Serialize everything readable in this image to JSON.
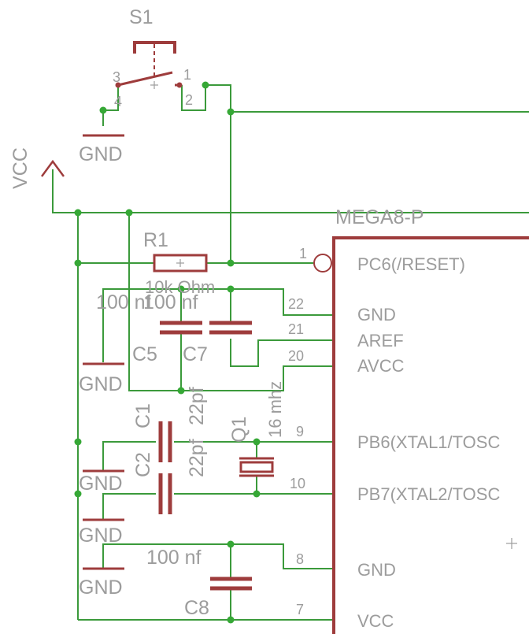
{
  "switch": {
    "name": "S1",
    "pins": [
      "3",
      "1",
      "4",
      "2"
    ]
  },
  "labels": {
    "gnd": "GND",
    "vcc": "VCC"
  },
  "ic": {
    "name": "MEGA8-P",
    "pins": [
      {
        "num": "1",
        "name": "PC6(/RESET)"
      },
      {
        "num": "22",
        "name": "GND"
      },
      {
        "num": "21",
        "name": "AREF"
      },
      {
        "num": "20",
        "name": "AVCC"
      },
      {
        "num": "9",
        "name": "PB6(XTAL1/TOSC"
      },
      {
        "num": "10",
        "name": "PB7(XTAL2/TOSC"
      },
      {
        "num": "8",
        "name": "GND"
      },
      {
        "num": "7",
        "name": "VCC"
      }
    ]
  },
  "resistor": {
    "name": "R1",
    "value": "10k Ohm"
  },
  "capacitors": [
    {
      "name": "C5",
      "value": "100 nf"
    },
    {
      "name": "C7",
      "value": "100 nf"
    },
    {
      "name": "C1",
      "value": "22pf"
    },
    {
      "name": "C2",
      "value": "22pf"
    },
    {
      "name": "C8",
      "value": "100 nf"
    }
  ],
  "crystal": {
    "name": "Q1",
    "value": "16 mhz"
  },
  "colors": {
    "wire": "#3b9a3b",
    "part": "#9e3c3c",
    "junction": "#36a836",
    "text": "#9c9c9c"
  }
}
